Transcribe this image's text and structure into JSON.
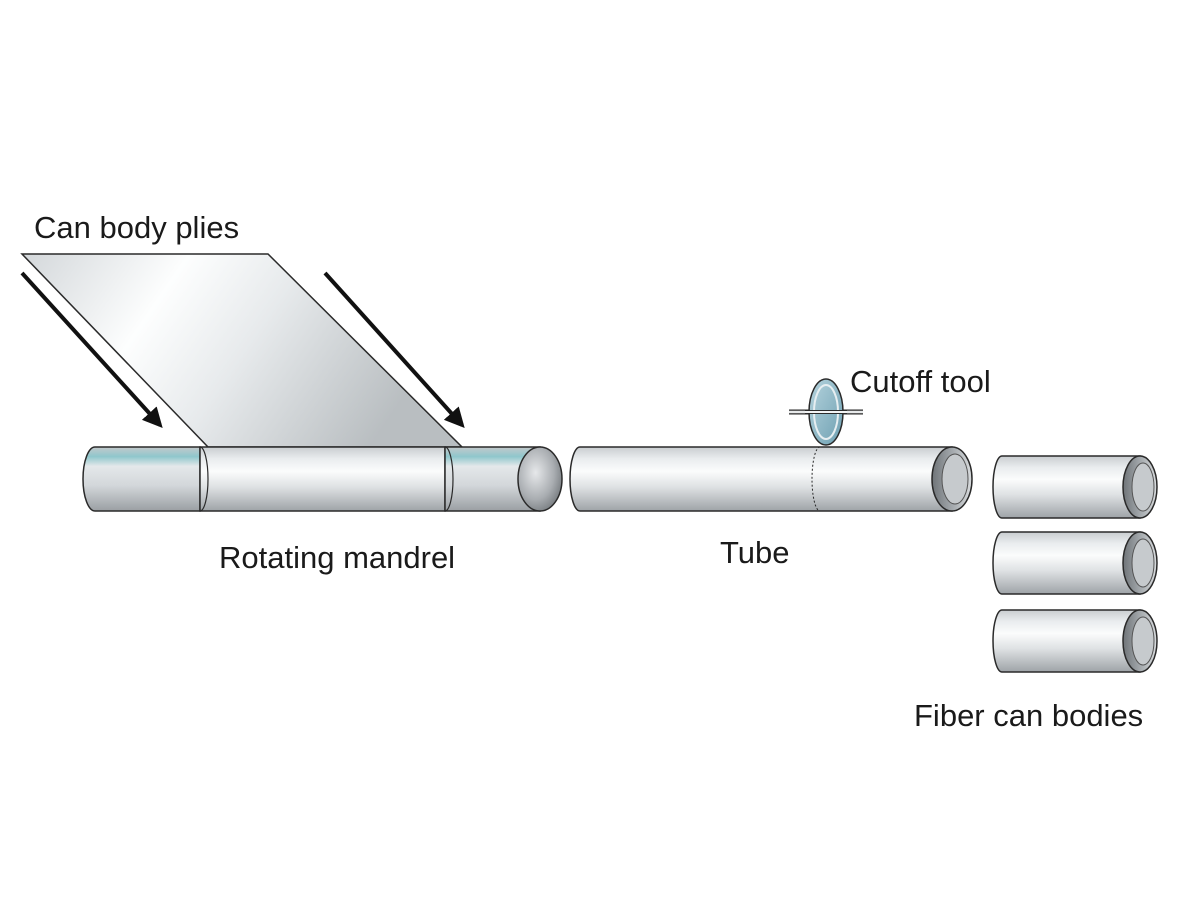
{
  "labels": {
    "plies": "Can body plies",
    "mandrel": "Rotating mandrel",
    "tube": "Tube",
    "cutoff": "Cutoff tool",
    "bodies": "Fiber can bodies"
  },
  "colors": {
    "outline": "#2a2a2a",
    "metal_light": "#fbfcfc",
    "metal_mid": "#d6dadc",
    "metal_dark": "#9ea3a7",
    "teal_accent": "#8fc7cc",
    "blade": "#8fb9c8",
    "arrow": "#111111"
  },
  "fiber_can_count": 3
}
